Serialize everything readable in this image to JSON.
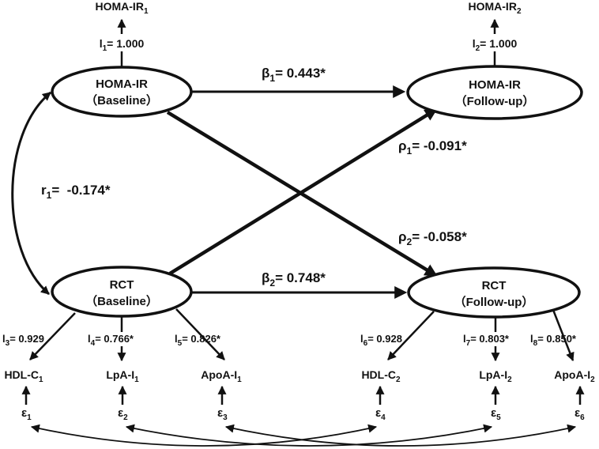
{
  "colors": {
    "ink": "#111111",
    "background": "#ffffff"
  },
  "latent": {
    "homa_base": {
      "line1": "HOMA-IR",
      "line2": "（Baseline）"
    },
    "homa_follow": {
      "line1": "HOMA-IR",
      "line2": "（Follow-up）"
    },
    "rct_base": {
      "line1": "RCT",
      "line2": "（Baseline）"
    },
    "rct_follow": {
      "line1": "RCT",
      "line2": "（Follow-up）"
    }
  },
  "indicators": {
    "homa1": {
      "name": "HOMA-IR",
      "sub": "1"
    },
    "homa2": {
      "name": "HOMA-IR",
      "sub": "2"
    },
    "hdl1": {
      "name": "HDL-C",
      "sub": "1"
    },
    "lpa1": {
      "name": "LpA-I",
      "sub": "1"
    },
    "apoa1": {
      "name": "ApoA-I",
      "sub": "1"
    },
    "hdl2": {
      "name": "HDL-C",
      "sub": "2"
    },
    "lpa2": {
      "name": "LpA-I",
      "sub": "2"
    },
    "apoa2": {
      "name": "ApoA-I",
      "sub": "2"
    }
  },
  "loadings": {
    "l1": {
      "sym": "l",
      "sub": "1",
      "value": "= 1.000"
    },
    "l2": {
      "sym": "l",
      "sub": "2",
      "value": "= 1.000"
    },
    "l3": {
      "sym": "l",
      "sub": "3",
      "value": "= 0.929"
    },
    "l4": {
      "sym": "l",
      "sub": "4",
      "value": "= 0.766*"
    },
    "l5": {
      "sym": "l",
      "sub": "5",
      "value": "= 0.826*"
    },
    "l6": {
      "sym": "l",
      "sub": "6",
      "value": "= 0.928"
    },
    "l7": {
      "sym": "l",
      "sub": "7",
      "value": "= 0.803*"
    },
    "l8": {
      "sym": "l",
      "sub": "8",
      "value": "= 0.850*"
    }
  },
  "paths": {
    "beta1": {
      "sym": "β",
      "sub": "1",
      "value": "= 0.443*"
    },
    "beta2": {
      "sym": "β",
      "sub": "2",
      "value": "= 0.748*"
    },
    "rho1": {
      "sym": "ρ",
      "sub": "1",
      "value": "= -0.091*"
    },
    "rho2": {
      "sym": "ρ",
      "sub": "2",
      "value": "= -0.058*"
    },
    "r1": {
      "sym": "r",
      "sub": "1",
      "value": "=  -0.174*"
    }
  },
  "errors": {
    "e1": {
      "sym": "ε",
      "sub": "1"
    },
    "e2": {
      "sym": "ε",
      "sub": "2"
    },
    "e3": {
      "sym": "ε",
      "sub": "3"
    },
    "e4": {
      "sym": "ε",
      "sub": "4"
    },
    "e5": {
      "sym": "ε",
      "sub": "5"
    },
    "e6": {
      "sym": "ε",
      "sub": "6"
    }
  }
}
